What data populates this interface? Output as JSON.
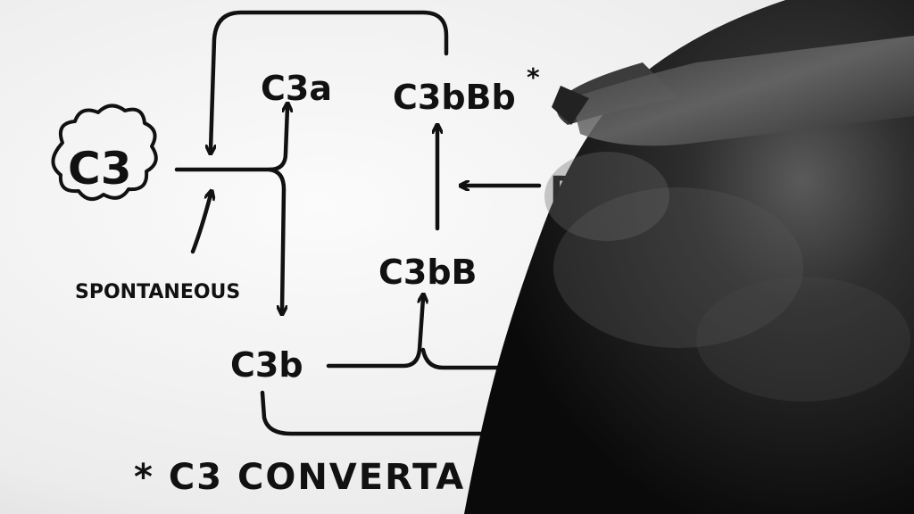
{
  "diagram": {
    "labels": {
      "c3": "C3",
      "c3a": "C3a",
      "c3bbb": "C3bBb",
      "c3bbb_star": "*",
      "d": "D",
      "c3bb": "C3bB",
      "c3b": "C3b",
      "spontaneous": "SPONTANEOUS",
      "footnote": "* C3 CONVERTA"
    }
  },
  "colors": {
    "paper": "#f4f4f4",
    "ink": "#111111",
    "hand": "#1c1c1c"
  }
}
